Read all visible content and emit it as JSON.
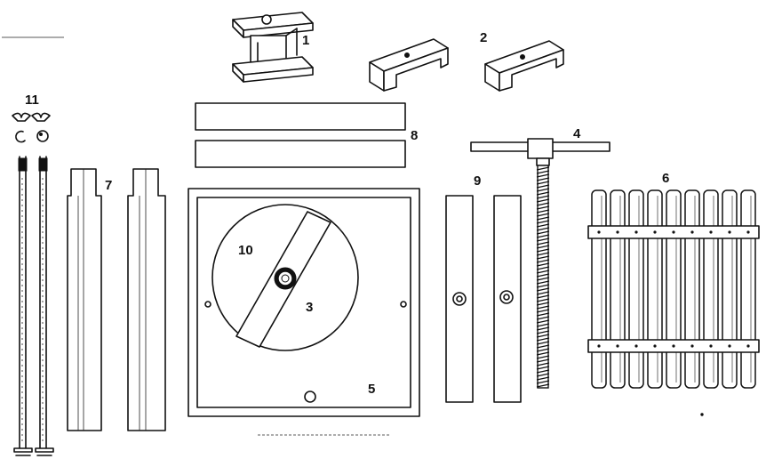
{
  "labels": {
    "part1": "1",
    "part2": "2",
    "part3": "3",
    "part4": "4",
    "part5": "5",
    "part6": "6",
    "part7": "7",
    "part8": "8",
    "part9": "9",
    "part10": "10",
    "part11": "11"
  }
}
